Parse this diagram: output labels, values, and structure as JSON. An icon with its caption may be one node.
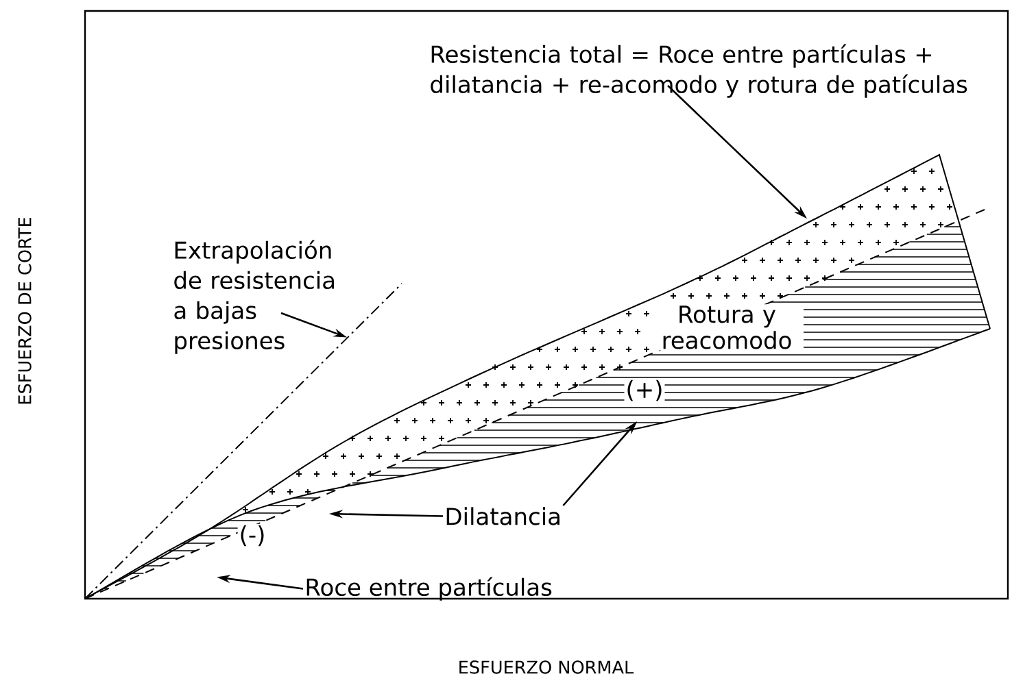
{
  "diagram": {
    "nodes": [
      {
        "text": [
          "Resistencia total = Roce entre partículas + dilatancia + re-acomodo y rotura de patículas"
        ]
      },
      {
        "text": [
          "Extrapolación de resistencia a bajas presiones"
        ]
      },
      {
        "text": [
          "Dilatancia"
        ]
      },
      {
        "text": [
          "Roce entre partículas"
        ]
      }
    ],
    "edges": [
      {
        "from": 0,
        "to": null,
        "arrow": "to"
      },
      {
        "from": 1,
        "to": null,
        "arrow": "to"
      },
      {
        "from": 2,
        "to": null,
        "arrow": "to"
      },
      {
        "from": 2,
        "to": null,
        "arrow": "to"
      },
      {
        "from": 3,
        "to": null,
        "arrow": "to"
      }
    ],
    "labels": [
      "ESFUERZO DE CORTE",
      "Rotura y reacomodo",
      "(+)",
      "(-)",
      "ESFUERZO NORMAL"
    ]
  }
}
